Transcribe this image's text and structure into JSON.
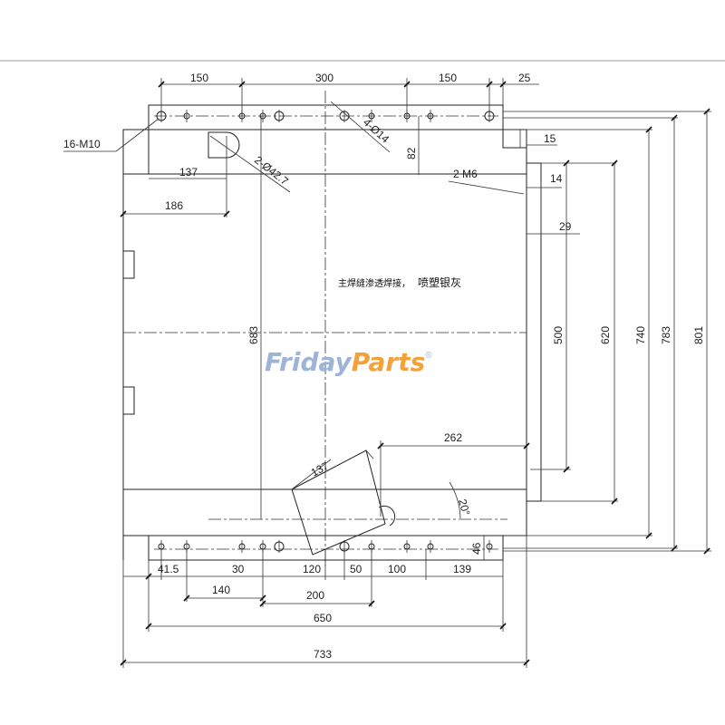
{
  "dimensions": {
    "top_150_left": "150",
    "top_300": "300",
    "top_150_right": "150",
    "top_25": "25",
    "holes_16_m10": "16-M10",
    "holes_4_d14": "4-Ø14",
    "d82": "82",
    "d15": "15",
    "d137_top": "137",
    "slot_2_d42_7": "2-Ø42.7",
    "m6": "2 M6",
    "d14": "14",
    "d186": "186",
    "d29": "29",
    "d683": "683",
    "d500": "500",
    "d620": "620",
    "d740": "740",
    "d783": "783",
    "d801": "801",
    "d262": "262",
    "d137_bottom": "137",
    "angle_20": "20°",
    "d46": "46",
    "b41_5": "41.5",
    "b30": "30",
    "b120": "120",
    "b50": "50",
    "b100": "100",
    "b139": "139",
    "b140": "140",
    "b200": "200",
    "b650": "650",
    "b733": "733"
  },
  "notes": {
    "weld_note": "主焊缝渗透焊接，",
    "paint_note": "喷塑银灰"
  },
  "watermark": {
    "part1": "Friday",
    "part2": "Parts",
    "mark": "®"
  }
}
